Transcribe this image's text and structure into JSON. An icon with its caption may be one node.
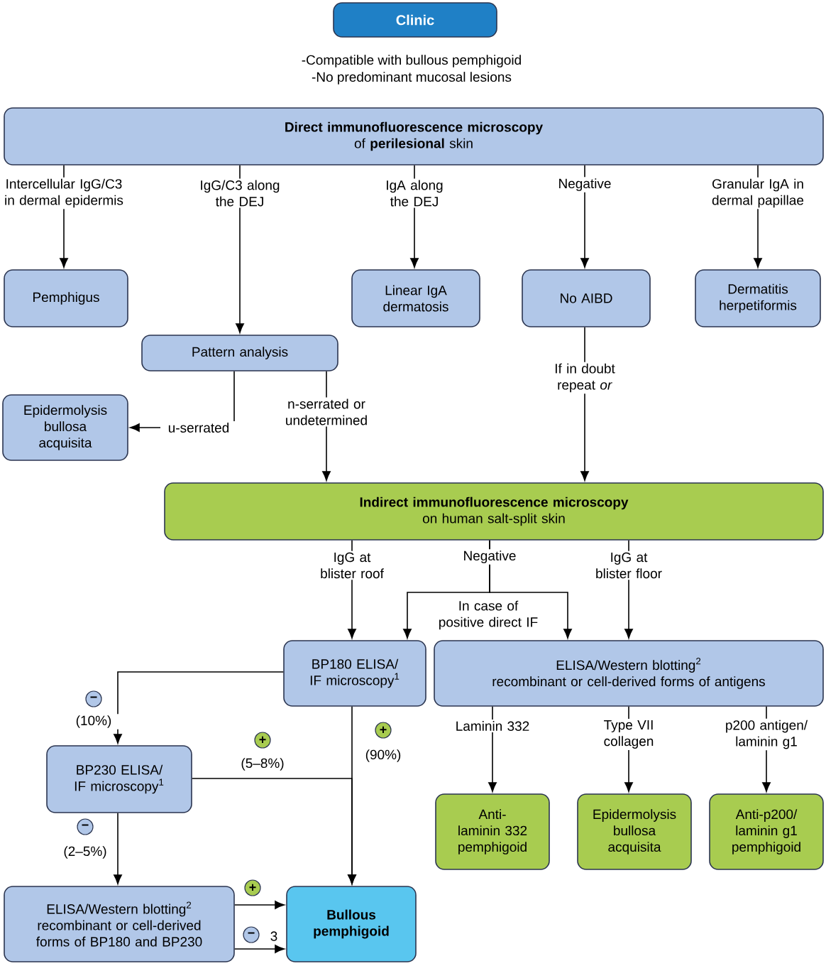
{
  "diagram": {
    "nodes": [
      {
        "text": [
          "Clinic"
        ]
      },
      {
        "text": [
          "Direct immunofluorescence microscopy",
          "of **perilesional** skin"
        ]
      },
      {
        "text": [
          "Pemphigus"
        ]
      },
      {
        "text": [
          "Pattern analysis"
        ]
      },
      {
        "text": [
          "Linear IgA dermatosis"
        ]
      },
      {
        "text": [
          "No AIBD"
        ]
      },
      {
        "text": [
          "Dermatitis herpetiformis"
        ]
      },
      {
        "text": [
          "Epidermolysis bullosa acquisita"
        ]
      },
      {
        "text": [
          "Indirect immunofluorescence microscopy",
          "on human salt-split skin"
        ]
      },
      {
        "text": [
          "BP180 ELISA/ IF microscopy$^{1}$"
        ]
      },
      {
        "text": [
          "ELISA/Western blotting$^{2}$",
          "recombinant or cell-derived forms of antigens"
        ]
      },
      {
        "text": [
          "BP230 ELISA/ IF microscopy$^{1}$"
        ]
      },
      {
        "text": [
          "ELISA/Western blotting$^{2}$ recombinant or cell-derived forms of BP180 and BP230"
        ]
      },
      {
        "text": [
          "Bullous pemphigoid"
        ]
      },
      {
        "text": [
          "Anti- laminin 332 pemphigoid"
        ]
      },
      {
        "text": [
          "Epidermolysis bullosa acquisita"
        ]
      },
      {
        "text": [
          "Anti-p200/ laminin g1 pemphigoid"
        ]
      }
    ],
    "edges": [
      {
        "from": 1,
        "to": 2,
        "arrow": "to",
        "label": "Intercellular IgG/C3 in dermal epidermis"
      },
      {
        "from": 1,
        "to": 3,
        "arrow": "to",
        "label": "IgG/C3 along the DEJ"
      },
      {
        "from": 1,
        "to": 4,
        "arrow": "to",
        "label": "IgA along the DEJ"
      },
      {
        "from": 1,
        "to": 5,
        "arrow": "to",
        "label": "Negative"
      },
      {
        "from": 1,
        "to": 6,
        "arrow": "to",
        "label": "Granular IgA in dermal papillae"
      },
      {
        "from": 3,
        "to": 7,
        "arrow": "to",
        "label": "u-serrated"
      },
      {
        "from": 3,
        "to": 8,
        "arrow": "to",
        "label": "n-serrated or undetermined"
      },
      {
        "from": 5,
        "to": 8,
        "arrow": "to",
        "label": "If in doubt repeat *or*"
      },
      {
        "from": 8,
        "to": 9,
        "arrow": "to",
        "label": "IgG at blister roof"
      },
      {
        "from": 8,
        "to": 9,
        "arrow": "to",
        "label": "Negative"
      },
      {
        "from": 8,
        "to": 10,
        "arrow": "to",
        "label": "In case of positive direct IF"
      },
      {
        "from": 8,
        "to": 10,
        "arrow": "to",
        "label": "IgG at blister floor"
      },
      {
        "from": 9,
        "to": 11,
        "arrow": "to",
        "label": "(10%)"
      },
      {
        "from": 9,
        "to": 13,
        "arrow": "to",
        "label": "(90%)"
      },
      {
        "from": 11,
        "to": 13,
        "arrow": "to",
        "label": "(5–8%)"
      },
      {
        "from": 11,
        "to": 12,
        "arrow": "to",
        "label": "(2–5%)"
      },
      {
        "from": 12,
        "to": 13,
        "arrow": "to"
      },
      {
        "from": 12,
        "to": 13,
        "arrow": "to",
        "label": "3"
      },
      {
        "from": 10,
        "to": 14,
        "arrow": "to",
        "label": "Laminin 332"
      },
      {
        "from": 10,
        "to": 15,
        "arrow": "to",
        "label": "Type VII collagen"
      },
      {
        "from": 10,
        "to": 16,
        "arrow": "to",
        "label": "p200 antigen/ laminin g1"
      }
    ],
    "labels": [
      "-Compatible with bullous pemphigoid",
      "-No predominant mucosal lesions",
      "−",
      "+",
      "+",
      "−",
      "+",
      "−"
    ]
  }
}
